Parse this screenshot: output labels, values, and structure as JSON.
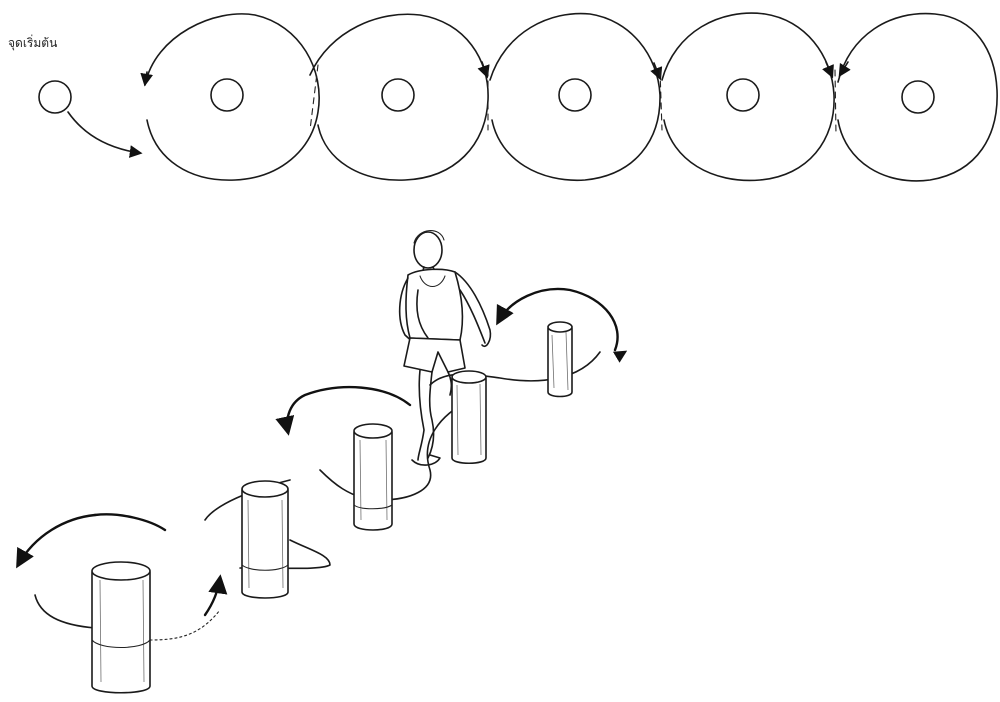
{
  "diagram": {
    "start_label": "จุดเริ่มต้น",
    "top_circle_count": 5,
    "cylinder_count": 5
  }
}
